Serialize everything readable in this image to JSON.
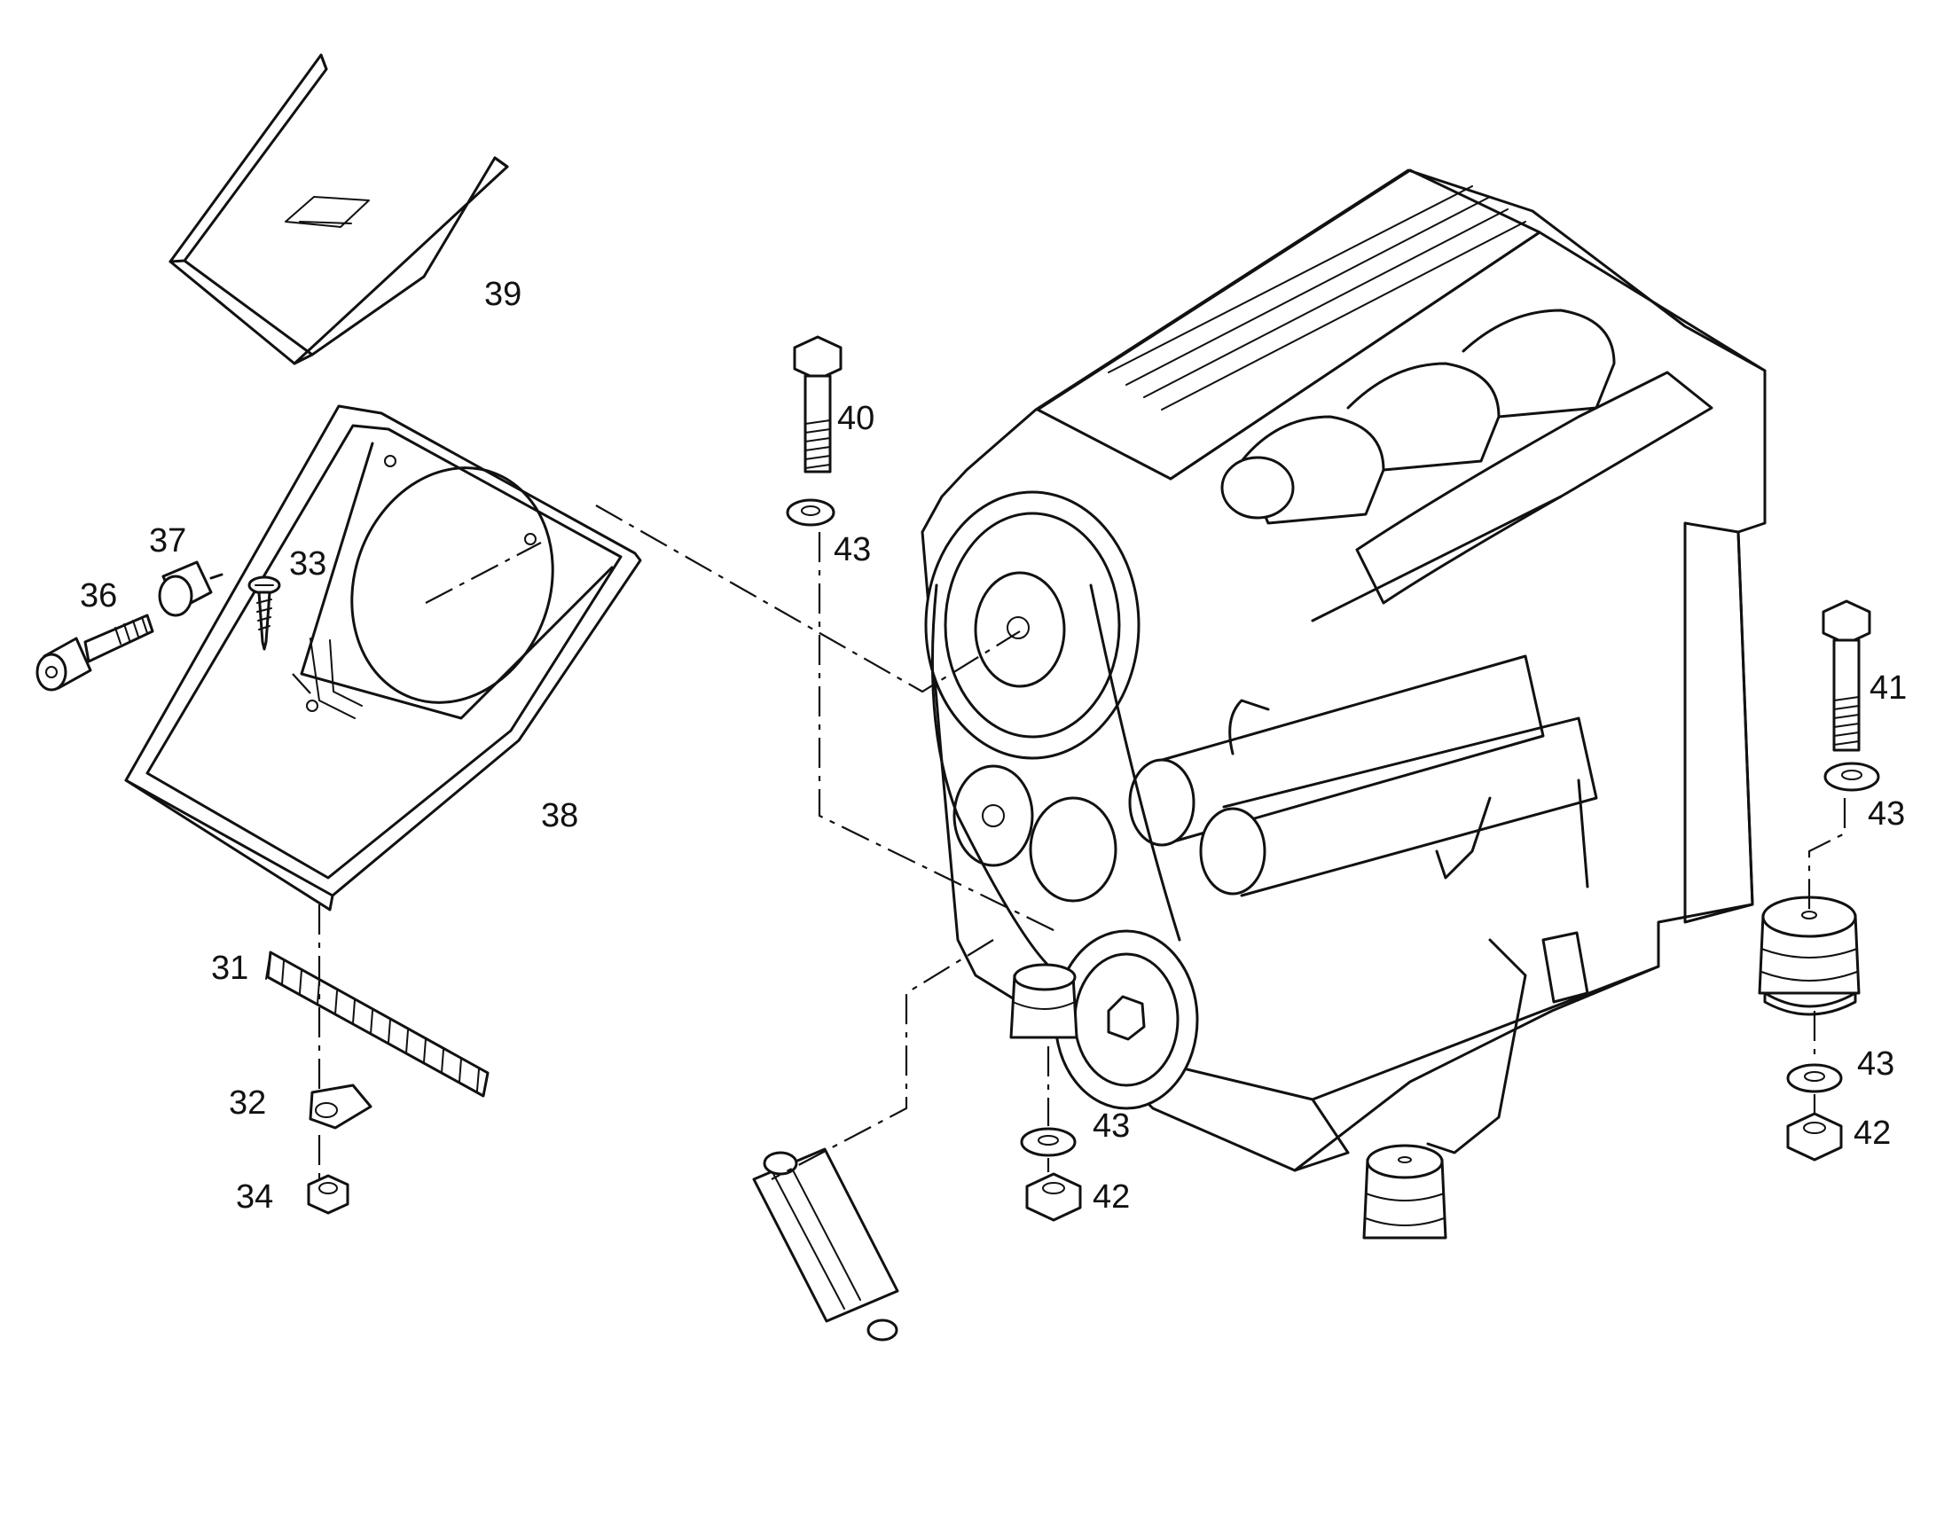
{
  "callouts": {
    "c31": "31",
    "c32": "32",
    "c33": "33",
    "c34": "34",
    "c36": "36",
    "c37": "37",
    "c38": "38",
    "c39": "39",
    "c40": "40",
    "c41": "41",
    "c42a": "42",
    "c42b": "42",
    "c43a": "43",
    "c43b": "43",
    "c43c": "43",
    "c43d": "43"
  }
}
